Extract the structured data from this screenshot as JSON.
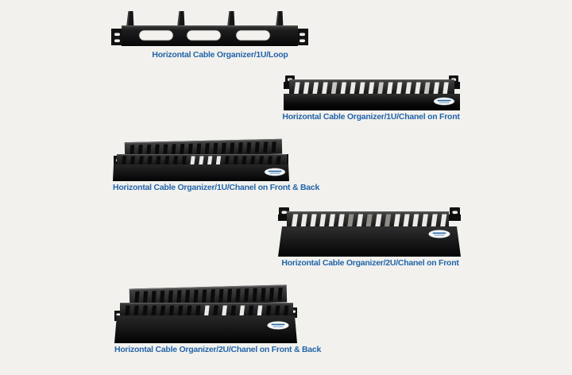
{
  "page": {
    "background_color": "#f2f1ee",
    "caption_color": "#2365a9",
    "product_body_color": "#0d0d0d"
  },
  "icons": {
    "brand_badge": "brand-badge-oval"
  },
  "products": [
    {
      "id": "1u-loop",
      "caption": "Horizontal Cable Organizer/1U/Loop"
    },
    {
      "id": "1u-chanel-front",
      "caption": "Horizontal Cable Organizer/1U/Chanel on Front"
    },
    {
      "id": "1u-chanel-front-back",
      "caption": "Horizontal Cable Organizer/1U/Chanel on Front & Back"
    },
    {
      "id": "2u-chanel-front",
      "caption": "Horizontal Cable Organizer/2U/Chanel on Front"
    },
    {
      "id": "2u-chanel-front-back",
      "caption": "Horizontal Cable Organizer/2U/Chanel on Front & Back"
    }
  ]
}
